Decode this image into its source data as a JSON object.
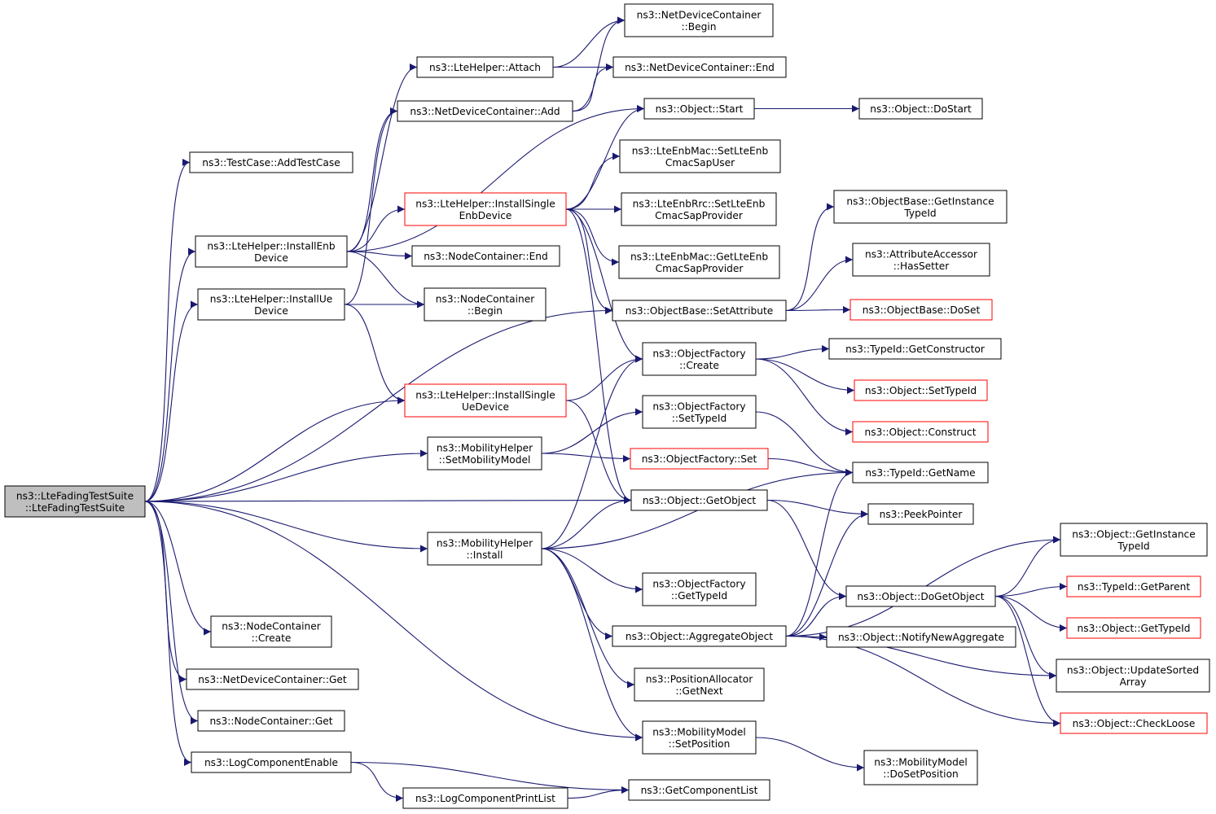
{
  "colors": {
    "edge": "#191970",
    "node_border": "#000000",
    "highlight_border": "#ff0000",
    "root_fill": "#bfbfbf",
    "node_fill": "#ffffff"
  },
  "nodes": {
    "root": {
      "lines": [
        "ns3::LteFadingTestSuite",
        "::LteFadingTestSuite"
      ]
    },
    "addtestcase": {
      "lines": [
        "ns3::TestCase::AddTestCase"
      ]
    },
    "installenb": {
      "lines": [
        "ns3::LteHelper::InstallEnb",
        "Device"
      ]
    },
    "installue": {
      "lines": [
        "ns3::LteHelper::InstallUe",
        "Device"
      ]
    },
    "ncCreate": {
      "lines": [
        "ns3::NodeContainer",
        "::Create"
      ]
    },
    "ndcGet": {
      "lines": [
        "ns3::NetDeviceContainer::Get"
      ]
    },
    "ncGet": {
      "lines": [
        "ns3::NodeContainer::Get"
      ]
    },
    "logEnable": {
      "lines": [
        "ns3::LogComponentEnable"
      ]
    },
    "attach": {
      "lines": [
        "ns3::LteHelper::Attach"
      ]
    },
    "ndcAdd": {
      "lines": [
        "ns3::NetDeviceContainer::Add"
      ]
    },
    "singleEnb": {
      "lines": [
        "ns3::LteHelper::InstallSingle",
        "EnbDevice"
      ]
    },
    "ncEnd": {
      "lines": [
        "ns3::NodeContainer::End"
      ]
    },
    "ncBegin": {
      "lines": [
        "ns3::NodeContainer",
        "::Begin"
      ]
    },
    "singleUe": {
      "lines": [
        "ns3::LteHelper::InstallSingle",
        "UeDevice"
      ]
    },
    "mhSetModel": {
      "lines": [
        "ns3::MobilityHelper",
        "::SetMobilityModel"
      ]
    },
    "mhInstall": {
      "lines": [
        "ns3::MobilityHelper",
        "::Install"
      ]
    },
    "logPrint": {
      "lines": [
        "ns3::LogComponentPrintList"
      ]
    },
    "ndcBegin": {
      "lines": [
        "ns3::NetDeviceContainer",
        "::Begin"
      ]
    },
    "ndcEnd": {
      "lines": [
        "ns3::NetDeviceContainer::End"
      ]
    },
    "objStart": {
      "lines": [
        "ns3::Object::Start"
      ]
    },
    "macSetUser": {
      "lines": [
        "ns3::LteEnbMac::SetLteEnb",
        "CmacSapUser"
      ]
    },
    "rrcSetProv": {
      "lines": [
        "ns3::LteEnbRrc::SetLteEnb",
        "CmacSapProvider"
      ]
    },
    "macGetProv": {
      "lines": [
        "ns3::LteEnbMac::GetLteEnb",
        "CmacSapProvider"
      ]
    },
    "setAttr": {
      "lines": [
        "ns3::ObjectBase::SetAttribute"
      ]
    },
    "ofCreate": {
      "lines": [
        "ns3::ObjectFactory",
        "::Create"
      ]
    },
    "ofSetTypeId": {
      "lines": [
        "ns3::ObjectFactory",
        "::SetTypeId"
      ]
    },
    "ofSet": {
      "lines": [
        "ns3::ObjectFactory::Set"
      ]
    },
    "getObject": {
      "lines": [
        "ns3::Object::GetObject"
      ]
    },
    "ofGetTypeId": {
      "lines": [
        "ns3::ObjectFactory",
        "::GetTypeId"
      ]
    },
    "aggObject": {
      "lines": [
        "ns3::Object::AggregateObject"
      ]
    },
    "paGetNext": {
      "lines": [
        "ns3::PositionAllocator",
        "::GetNext"
      ]
    },
    "mmSetPos": {
      "lines": [
        "ns3::MobilityModel",
        "::SetPosition"
      ]
    },
    "getCompList": {
      "lines": [
        "ns3::GetComponentList"
      ]
    },
    "doStart": {
      "lines": [
        "ns3::Object::DoStart"
      ]
    },
    "obGetInst": {
      "lines": [
        "ns3::ObjectBase::GetInstance",
        "TypeId"
      ]
    },
    "aaHasSetter": {
      "lines": [
        "ns3::AttributeAccessor",
        "::HasSetter"
      ]
    },
    "obDoSet": {
      "lines": [
        "ns3::ObjectBase::DoSet"
      ]
    },
    "tidGetCons": {
      "lines": [
        "ns3::TypeId::GetConstructor"
      ]
    },
    "objSetTypeId": {
      "lines": [
        "ns3::Object::SetTypeId"
      ]
    },
    "objConstruct": {
      "lines": [
        "ns3::Object::Construct"
      ]
    },
    "tidGetName": {
      "lines": [
        "ns3::TypeId::GetName"
      ]
    },
    "peekPointer": {
      "lines": [
        "ns3::PeekPointer"
      ]
    },
    "doGetObject": {
      "lines": [
        "ns3::Object::DoGetObject"
      ]
    },
    "notifyNewAgg": {
      "lines": [
        "ns3::Object::NotifyNewAggregate"
      ]
    },
    "mmDoSetPos": {
      "lines": [
        "ns3::MobilityModel",
        "::DoSetPosition"
      ]
    },
    "objGetInst": {
      "lines": [
        "ns3::Object::GetInstance",
        "TypeId"
      ]
    },
    "tidGetParent": {
      "lines": [
        "ns3::TypeId::GetParent"
      ]
    },
    "objGetTypeId": {
      "lines": [
        "ns3::Object::GetTypeId"
      ]
    },
    "updateSorted": {
      "lines": [
        "ns3::Object::UpdateSorted",
        "Array"
      ]
    },
    "checkLoose": {
      "lines": [
        "ns3::Object::CheckLoose"
      ]
    }
  },
  "edges": [
    [
      "root",
      "addtestcase"
    ],
    [
      "root",
      "installenb"
    ],
    [
      "root",
      "installue"
    ],
    [
      "root",
      "singleUe"
    ],
    [
      "root",
      "mhSetModel"
    ],
    [
      "root",
      "getObject"
    ],
    [
      "root",
      "mhInstall"
    ],
    [
      "root",
      "ncCreate"
    ],
    [
      "root",
      "ndcGet"
    ],
    [
      "root",
      "ncGet"
    ],
    [
      "root",
      "logEnable"
    ],
    [
      "root",
      "setAttr"
    ],
    [
      "root",
      "mmSetPos"
    ],
    [
      "installenb",
      "attach"
    ],
    [
      "installenb",
      "ndcAdd"
    ],
    [
      "installenb",
      "singleEnb"
    ],
    [
      "installenb",
      "ncEnd"
    ],
    [
      "installenb",
      "ncBegin"
    ],
    [
      "installenb",
      "objStart"
    ],
    [
      "installue",
      "ndcAdd"
    ],
    [
      "installue",
      "ncBegin"
    ],
    [
      "installue",
      "singleUe"
    ],
    [
      "attach",
      "ndcBegin"
    ],
    [
      "attach",
      "ndcEnd"
    ],
    [
      "ndcAdd",
      "ndcBegin"
    ],
    [
      "ndcAdd",
      "ndcEnd"
    ],
    [
      "singleEnb",
      "objStart"
    ],
    [
      "singleEnb",
      "macSetUser"
    ],
    [
      "singleEnb",
      "rrcSetProv"
    ],
    [
      "singleEnb",
      "macGetProv"
    ],
    [
      "singleEnb",
      "setAttr"
    ],
    [
      "singleEnb",
      "ofCreate"
    ],
    [
      "singleEnb",
      "getObject"
    ],
    [
      "singleUe",
      "ofCreate"
    ],
    [
      "singleUe",
      "getObject"
    ],
    [
      "mhSetModel",
      "ofSetTypeId"
    ],
    [
      "mhSetModel",
      "ofSet"
    ],
    [
      "mhInstall",
      "ofCreate"
    ],
    [
      "mhInstall",
      "getObject"
    ],
    [
      "mhInstall",
      "tidGetName"
    ],
    [
      "mhInstall",
      "ofGetTypeId"
    ],
    [
      "mhInstall",
      "aggObject"
    ],
    [
      "mhInstall",
      "paGetNext"
    ],
    [
      "mhInstall",
      "mmSetPos"
    ],
    [
      "logEnable",
      "logPrint"
    ],
    [
      "logEnable",
      "getCompList"
    ],
    [
      "logPrint",
      "getCompList"
    ],
    [
      "objStart",
      "doStart"
    ],
    [
      "setAttr",
      "obGetInst"
    ],
    [
      "setAttr",
      "aaHasSetter"
    ],
    [
      "setAttr",
      "obDoSet"
    ],
    [
      "ofCreate",
      "tidGetCons"
    ],
    [
      "ofCreate",
      "objSetTypeId"
    ],
    [
      "ofCreate",
      "objConstruct"
    ],
    [
      "ofSetTypeId",
      "tidGetName"
    ],
    [
      "ofSet",
      "tidGetName"
    ],
    [
      "getObject",
      "peekPointer"
    ],
    [
      "getObject",
      "doGetObject"
    ],
    [
      "aggObject",
      "notifyNewAgg"
    ],
    [
      "aggObject",
      "doGetObject"
    ],
    [
      "aggObject",
      "tidGetName"
    ],
    [
      "aggObject",
      "peekPointer"
    ],
    [
      "aggObject",
      "objGetInst"
    ],
    [
      "aggObject",
      "updateSorted"
    ],
    [
      "aggObject",
      "checkLoose"
    ],
    [
      "mmSetPos",
      "mmDoSetPos"
    ],
    [
      "doGetObject",
      "objGetInst"
    ],
    [
      "doGetObject",
      "tidGetParent"
    ],
    [
      "doGetObject",
      "objGetTypeId"
    ],
    [
      "doGetObject",
      "updateSorted"
    ],
    [
      "doGetObject",
      "checkLoose"
    ]
  ]
}
